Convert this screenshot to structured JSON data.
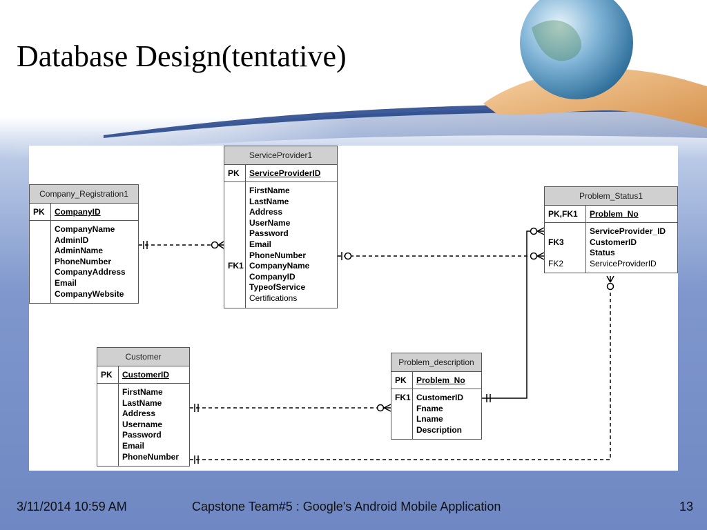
{
  "title": "Database Design(tentative)",
  "footer": {
    "date": "3/11/2014 10:59 AM",
    "center": "Capstone Team#5 : Google's Android Mobile Application",
    "page": "13"
  },
  "entities": {
    "company": {
      "name": "Company_Registration1",
      "pk_label": "PK",
      "pk_attr": "CompanyID",
      "keys": [],
      "attrs": [
        {
          "text": "CompanyName",
          "bold": true
        },
        {
          "text": "AdminID",
          "bold": true
        },
        {
          "text": "AdminName",
          "bold": true
        },
        {
          "text": "PhoneNumber",
          "bold": true
        },
        {
          "text": "CompanyAddress",
          "bold": true
        },
        {
          "text": "Email",
          "bold": true
        },
        {
          "text": "CompanyWebsite",
          "bold": true
        }
      ]
    },
    "service": {
      "name": "ServiceProvider1",
      "pk_label": "PK",
      "pk_attr": "ServiceProviderID",
      "keys": [
        "",
        "",
        "",
        "",
        "",
        "",
        "",
        "FK1",
        "",
        ""
      ],
      "attrs": [
        {
          "text": "FirstName",
          "bold": true
        },
        {
          "text": "LastName",
          "bold": true
        },
        {
          "text": "Address",
          "bold": true
        },
        {
          "text": "UserName",
          "bold": true
        },
        {
          "text": "Password",
          "bold": true
        },
        {
          "text": "Email",
          "bold": true
        },
        {
          "text": "PhoneNumber",
          "bold": true
        },
        {
          "text": "CompanyName",
          "bold": true
        },
        {
          "text": "CompanyID",
          "bold": true
        },
        {
          "text": "TypeofService",
          "bold": true
        },
        {
          "text": "Certifications",
          "bold": false
        }
      ]
    },
    "status": {
      "name": "Problem_Status1",
      "pk_label": "PK,FK1",
      "pk_attr": "Problem_No",
      "keys": [
        "",
        "FK3",
        "",
        "FK2"
      ],
      "attrs": [
        {
          "text": "ServiceProvider_ID",
          "bold": true
        },
        {
          "text": "CustomerID",
          "bold": true
        },
        {
          "text": "Status",
          "bold": true
        },
        {
          "text": "ServiceProviderID",
          "bold": false
        }
      ]
    },
    "customer": {
      "name": "Customer",
      "pk_label": "PK",
      "pk_attr": "CustomerID",
      "keys": [],
      "attrs": [
        {
          "text": "FirstName",
          "bold": true
        },
        {
          "text": "LastName",
          "bold": true
        },
        {
          "text": "Address",
          "bold": true
        },
        {
          "text": "Username",
          "bold": true
        },
        {
          "text": "Password",
          "bold": true
        },
        {
          "text": "Email",
          "bold": true
        },
        {
          "text": "PhoneNumber",
          "bold": true
        }
      ]
    },
    "problem": {
      "name": "Problem_description",
      "pk_label": "PK",
      "pk_attr": "Problem_No",
      "keys": [
        "FK1"
      ],
      "attrs": [
        {
          "text": "CustomerID",
          "bold": true
        },
        {
          "text": "Fname",
          "bold": true
        },
        {
          "text": "Lname",
          "bold": true
        },
        {
          "text": "Description",
          "bold": true
        }
      ]
    }
  }
}
